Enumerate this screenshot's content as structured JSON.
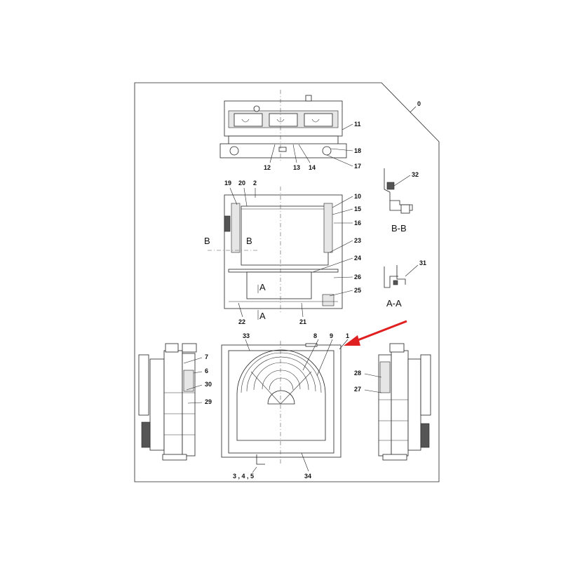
{
  "labels": {
    "assembly": "0",
    "p1": "1",
    "p2": "2",
    "p345": "3 , 4 , 5",
    "p6": "6",
    "p7": "7",
    "p8": "8",
    "p9": "9",
    "p10": "10",
    "p11": "11",
    "p12": "12",
    "p13": "13",
    "p14": "14",
    "p15": "15",
    "p16": "16",
    "p17": "17",
    "p18": "18",
    "p19": "19",
    "p20": "20",
    "p21": "21",
    "p22": "22",
    "p23": "23",
    "p24": "24",
    "p25": "25",
    "p26": "26",
    "p27": "27",
    "p28": "28",
    "p29": "29",
    "p30": "30",
    "p31": "31",
    "p32": "32",
    "p33": "33",
    "p34": "34"
  },
  "sections": {
    "bb_marker": "B",
    "aa_marker": "A",
    "bb_caption": "B-B",
    "aa_caption": "A-A"
  },
  "colors": {
    "arrow": "#e02020",
    "line": "#222222",
    "background": "#ffffff"
  },
  "icons": {
    "pointer": "red-arrow-icon"
  }
}
